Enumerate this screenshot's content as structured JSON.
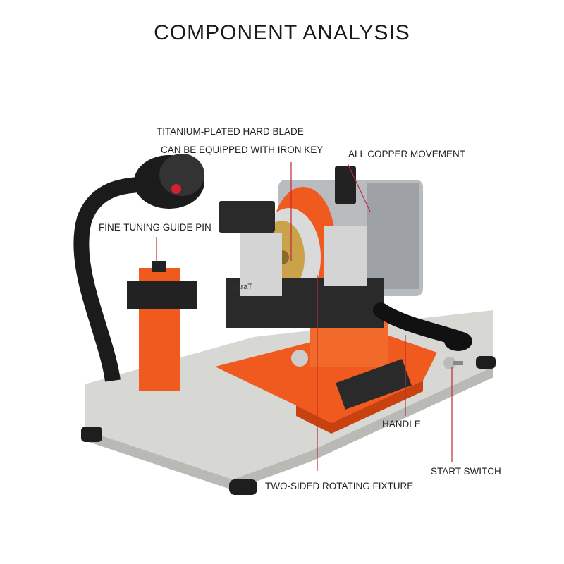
{
  "title": "COMPONENT ANALYSIS",
  "callouts": {
    "blade_line1": "TITANIUM-PLATED HARD BLADE",
    "blade_line2": "CAN BE EQUIPPED WITH IRON KEY",
    "movement": "ALL COPPER MOVEMENT",
    "guide_pin": "FINE-TUNING GUIDE PIN",
    "handle": "HANDLE",
    "start_switch": "START SWITCH",
    "fixture": "TWO-SIDED ROTATING FIXTURE"
  },
  "machine_label": "caraT",
  "colors": {
    "body_orange": "#f05a1f",
    "base_grey": "#d6d6d2",
    "metal_silver": "#c8c8c8",
    "callout_line": "#c0283a",
    "hose_black": "#1b1b1b"
  }
}
